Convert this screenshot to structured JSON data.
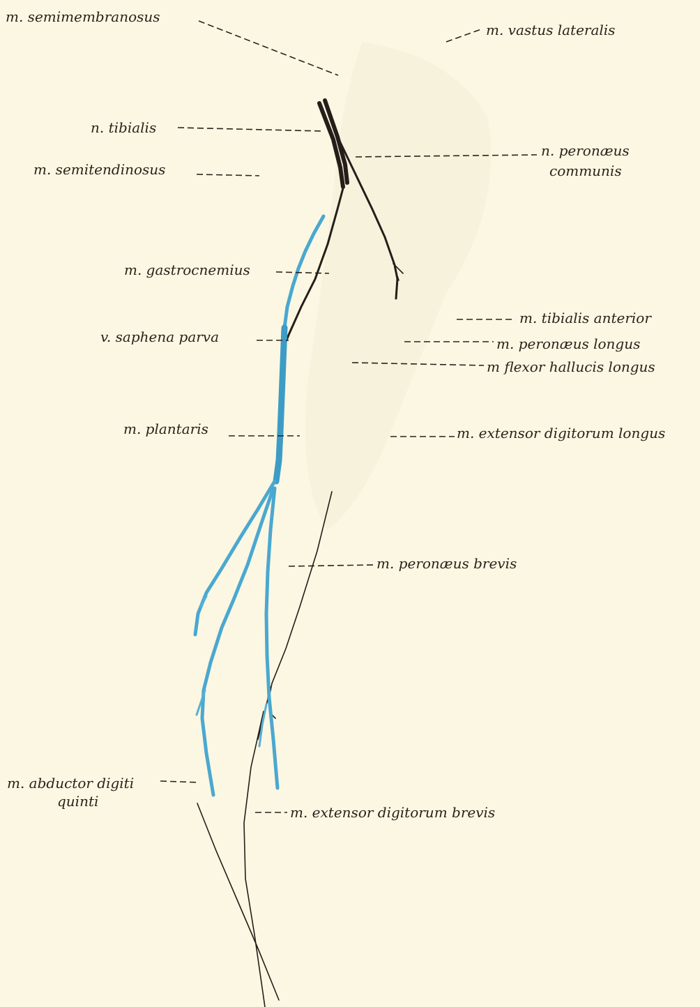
{
  "plate": {
    "background_color": "#fcf7e2",
    "nerve_color": "#241e1a",
    "vein_color": "#3d9cc5"
  },
  "labels": {
    "semimembranosus": "m. semimembranosus",
    "vastus_lateralis": "m. vastus lateralis",
    "tibialis_nerve": "n. tibialis",
    "peronaeus_communis_line1": "n. peronæus",
    "peronaeus_communis_line2": "communis",
    "semitendinosus": "m. semitendinosus",
    "gastrocnemius": "m. gastrocnemius",
    "tibialis_anterior": "m. tibialis anterior",
    "saphena_parva": "v. saphena parva",
    "peronaeus_longus": "m. peronæus longus",
    "flexor_hallucis_longus": "m flexor hallucis longus",
    "plantaris": "m. plantaris",
    "extensor_digitorum_longus": "m. extensor digitorum longus",
    "peronaeus_brevis": "m. peronæus brevis",
    "abductor_digiti_line1": "m. abductor digiti",
    "abductor_digiti_line2": "quinti",
    "extensor_digitorum_brevis": "m. extensor digitorum brevis"
  }
}
